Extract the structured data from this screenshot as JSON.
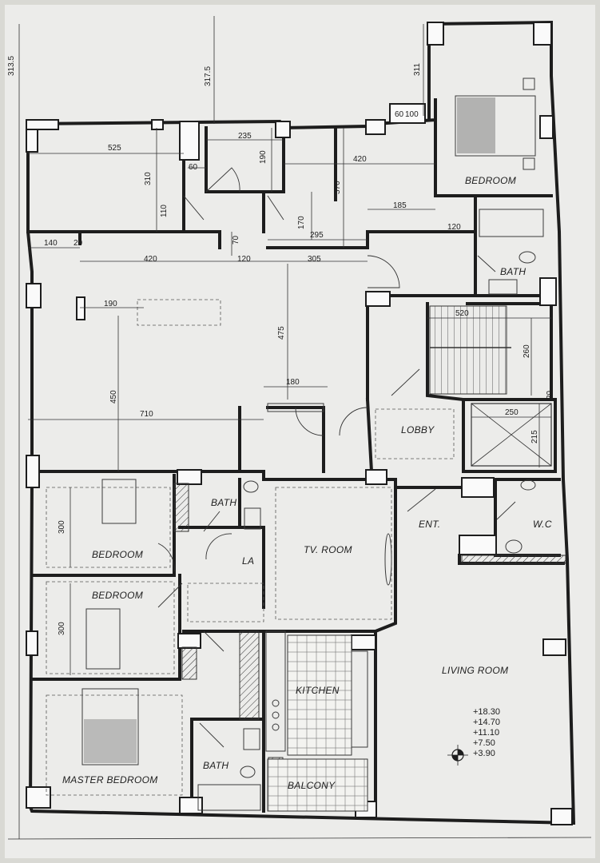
{
  "rooms": {
    "bedroom_ne": "BEDROOM",
    "bath_ne": "BATH",
    "lobby": "LOBBY",
    "bath_w": "BATH",
    "bedroom_w1": "BEDROOM",
    "bedroom_w2": "BEDROOM",
    "la": "LA",
    "tv_room": "TV. ROOM",
    "ent": "ENT.",
    "wc": "W.C",
    "living_room": "LIVING ROOM",
    "kitchen": "KITCHEN",
    "master_bedroom": "MASTER BEDROOM",
    "bath_s": "BATH",
    "balcony": "BALCONY"
  },
  "dimensions": {
    "d313_5": "313.5",
    "d317_5": "317.5",
    "d311": "311",
    "d60a": "60",
    "d100": "100",
    "d525": "525",
    "d235": "235",
    "d190a": "190",
    "d420a": "420",
    "d60b": "60",
    "d310": "310",
    "d370": "370",
    "d110": "110",
    "d170": "170",
    "d185": "185",
    "d120a": "120",
    "d295": "295",
    "d70": "70",
    "d140": "140",
    "d20a": "20",
    "d420b": "420",
    "d120b": "120",
    "d305": "305",
    "d190b": "190",
    "d475": "475",
    "d520": "520",
    "d260": "260",
    "d180": "180",
    "d450": "450",
    "d710": "710",
    "d250": "250",
    "d20b": "20",
    "d215": "215",
    "d300a": "300",
    "d300b": "300"
  },
  "levels": [
    "+18.30",
    "+14.70",
    "+11.10",
    "+7.50",
    "+3.90"
  ]
}
